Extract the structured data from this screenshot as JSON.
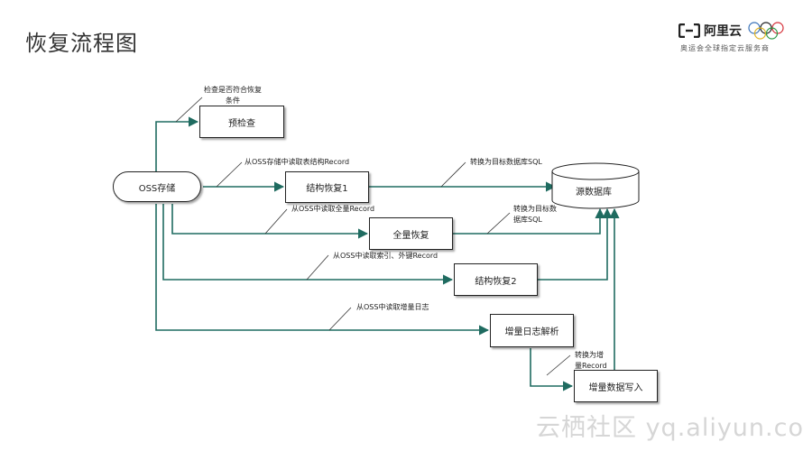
{
  "page": {
    "title": "恢复流程图"
  },
  "logo": {
    "name": "阿里云",
    "subtitle": "奥运会全球指定云服务商"
  },
  "nodes": {
    "oss": "OSS存储",
    "precheck": "预检查",
    "schema1": "结构恢复1",
    "full": "全量恢复",
    "schema2": "结构恢复2",
    "inc_parse": "增量日志解析",
    "inc_write": "增量数据写入",
    "db": "源数据库"
  },
  "notes": {
    "precheck_line1": "检查是否符合恢复",
    "precheck_line2": "条件",
    "read_schema": "从OSS存储中读取表结构Record",
    "to_sql_1": "转换为目标数据库SQL",
    "read_full": "从OSS中读取全量Record",
    "to_sql_2_line1": "转换为目标数",
    "to_sql_2_line2": "据库SQL",
    "read_index": "从OSS中读取索引、外键Record",
    "read_inc": "从OSS中读取增量日志",
    "inc_conv_line1": "转换为增",
    "inc_conv_line2": "量Record"
  },
  "colors": {
    "arrow": "#1f6b60",
    "text": "#222222",
    "watermark": "#d6d6d6"
  },
  "watermark": "云栖社区 yq.aliyun.com"
}
